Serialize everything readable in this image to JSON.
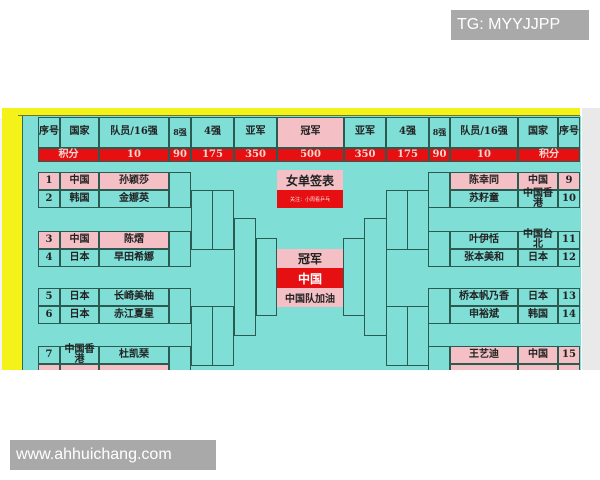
{
  "watermarks": {
    "top_right": "TG: MYYJJPP",
    "bottom_left": "www.ahhuichang.com"
  },
  "bracket": {
    "title": "女单签表",
    "subtitle": "关注：小周看乒乓",
    "header_left": [
      "序号",
      "国家",
      "队员/16强",
      "8强",
      "4强",
      "亚军"
    ],
    "header_center": "冠军",
    "header_right": [
      "亚军",
      "4强",
      "8强",
      "队员/16强",
      "国家",
      "序号"
    ],
    "score_label": "积分",
    "scores_left": [
      "10",
      "90",
      "175",
      "350"
    ],
    "score_center": "500",
    "scores_right": [
      "350",
      "175",
      "90",
      "10"
    ],
    "champion": {
      "label": "冠军",
      "country": "中国",
      "cheer": "中国队加油"
    },
    "left_players": [
      {
        "seed": "1",
        "country": "中国",
        "name": "孙颖莎",
        "highlight": true
      },
      {
        "seed": "2",
        "country": "韩国",
        "name": "金娜英",
        "highlight": false
      },
      {
        "seed": "3",
        "country": "中国",
        "name": "陈熠",
        "highlight": true
      },
      {
        "seed": "4",
        "country": "日本",
        "name": "早田希娜",
        "highlight": false
      },
      {
        "seed": "5",
        "country": "日本",
        "name": "长崎美柚",
        "highlight": false
      },
      {
        "seed": "6",
        "country": "日本",
        "name": "赤江夏星",
        "highlight": false
      },
      {
        "seed": "7",
        "country": "中国香港",
        "name": "杜凯琹",
        "highlight": false
      }
    ],
    "right_players": [
      {
        "seed": "9",
        "country": "中国",
        "name": "陈幸同",
        "highlight": true
      },
      {
        "seed": "10",
        "country": "中国香港",
        "name": "苏籽童",
        "highlight": false
      },
      {
        "seed": "11",
        "country": "中国台北",
        "name": "叶伊恬",
        "highlight": false
      },
      {
        "seed": "12",
        "country": "日本",
        "name": "张本美和",
        "highlight": false
      },
      {
        "seed": "13",
        "country": "日本",
        "name": "桥本帆乃香",
        "highlight": false
      },
      {
        "seed": "14",
        "country": "韩国",
        "name": "申裕斌",
        "highlight": false
      },
      {
        "seed": "15",
        "country": "中国",
        "name": "王艺迪",
        "highlight": true
      }
    ]
  },
  "colors": {
    "teal_bg": "#7fded6",
    "pink": "#f4c0c6",
    "red": "#e60f12",
    "yellow": "#f5f21a",
    "grid_line": "#2a5a50"
  }
}
